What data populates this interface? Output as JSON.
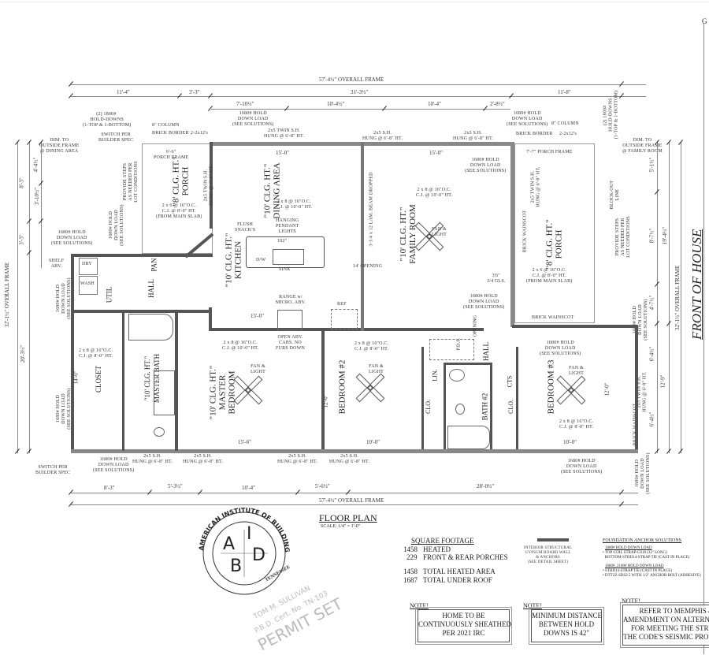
{
  "sheet": {
    "title": "FLOOR PLAN",
    "scale": "SCALE: 1/4\" = 1'-0\"",
    "front_label": "FRONT OF HOUSE",
    "corner_mark": "G"
  },
  "dimensions": {
    "top_overall": "57'-4½\" OVERALL FRAME",
    "top_mid": "31'-3½\"",
    "top_left": "11'-4\"",
    "top_left2": "3'-3\"",
    "top_right": "11'-8\"",
    "top_seg1": "7'-10½\"",
    "top_seg2": "10'-4½\"",
    "top_seg3": "10'-4\"",
    "top_seg4": "2'-8½\"",
    "bottom_seg1": "8'-3\"",
    "bottom_seg2": "5'-3½\"",
    "bottom_seg3": "10'-4\"",
    "bottom_seg4": "5'-6½\"",
    "bottom_seg5": "28'-0½\"",
    "bottom_overall": "57'-4½\" OVERALL FRAME",
    "left_1": "4'-4½\"",
    "left_2": "3'-10½\"",
    "left_3": "8'-3\"",
    "left_4": "3'-3\"",
    "left_overall": "32'-1½\" OVERALL FRAME",
    "left_5": "20'-3½\"",
    "right_1": "5'-1½\"",
    "right_2": "8'-7½\"",
    "right_3": "19'-4½\"",
    "right_4": "4'-7½\"",
    "right_overall": "32'-1½\" OVERALL FRAME",
    "right_5": "6'-4½\"",
    "right_6": "12'-9\"",
    "right_7": "6'-4½\""
  },
  "rooms": {
    "porch_rear": "\"8' CLG. HT.\"\nPORCH",
    "dining": "\"10' CLG. HT.\"\nDINING AREA",
    "kitchen": "\"10' CLG. HT.\"\nKITCHEN",
    "family": "\"10' CLG. HT.\"\nFAMILY ROOM",
    "porch_front": "\"8' CLG. HT.\"\nPORCH",
    "util": "UTIL",
    "hall_left": "HALL",
    "pan": "PAN",
    "closet": "CLOSET",
    "master_bath": "\"10' CLG. HT.\"\nMASTER BATH",
    "master_bed": "\"10' CLG. HT.\"\nMASTER\nBEDROOM",
    "bedroom2": "BEDROOM #2",
    "bath2": "BATH #2",
    "hall_right": "HALL",
    "bedroom3": "BEDROOM #3",
    "lin": "LIN.",
    "clo1": "CLO.",
    "clo2": "CLO.",
    "cts": "CTS"
  },
  "annotations": {
    "hold_downs_2": "(2) 1800# \nHOLD-DOWNS\n(1-TOP & 1-BOTTOM)",
    "hold_1680": "1680# HOLD\nDOWN LOAD\n(SEE SOLUTIONS)",
    "column": "8\" COLUMN",
    "brick_border": "BRICK BORDER",
    "beam_2x12": "2-2x12's",
    "switch": "SWITCH PER\nBUILDER SPEC",
    "dim_dining": "DIM. TO\nOUTSIDE FRAME\n@ DINING AREA",
    "dim_family": "DIM. TO\nOUTSIDE FRAME\n@ FAMILY ROOM",
    "porch_frame_rear": "6'-6\"\nPORCH FRAME",
    "porch_frame_front": "7'-7\" PORCH FRAME",
    "twin_sh": "2x5 TWIN S.H.\nHUNG @ 6'-8\" HT.",
    "sh": "2x5 S.H.\nHUNG @ 6'-8\" HT.",
    "joists_8": "2 x 6 @ 16\"O.C.\nC.J. @ 8'-0\" HT.\n(FROM MAIN SLAB)",
    "joists_10": "2 x 8 @ 16\"O.C.\nC.J. @ 10'-0\" HT.",
    "joists_8b": "2 x 8 @ 16\"O.C.\nC.J. @ 8'-0\" HT.",
    "flush_snacks": "FLUSH\nSNACK'S",
    "pendant": "HANGING\nPENDANT\nLIGHTS",
    "island": "102\"",
    "dw": "D/W",
    "sink": "SINK",
    "range": "RANGE w/\nMICRO. ABV.",
    "ref": "REF",
    "beam": "3-1/4 x 12 LAM. BEAM DROPPED",
    "opening": "14' OPENING",
    "door_36": "3'6\"\n3/4 GLS.",
    "brick_wainscot": "BRICK WAINSCOT",
    "steps_note": "PROVIDE STEPS\nAS NEEDED PER\nLOT CONDITIONS",
    "blockout": "BLOCK-OUT\nLINE",
    "open_cabs": "OPEN ABV.\nCABS. NO\nFURS DOWN",
    "shelf": "SHELF\nABV.",
    "fan_light": "FAN &\nLIGHT",
    "pds": "P.D.S.",
    "wash": "WASH",
    "dry": "DRY",
    "opening_hall": "OPENING",
    "dim_15_0": "15'-0\"",
    "dim_14_0": "14'-0\"",
    "dim_15_6": "15'-6\"",
    "dim_10_0": "10'-0\"",
    "dim_12_0": "12'-0\""
  },
  "square_footage": {
    "title": "SQUARE FOOTAGE",
    "rows": [
      {
        "value": "1458",
        "label": "HEATED"
      },
      {
        "value": "229",
        "label": "FRONT & REAR PORCHES"
      },
      {
        "value": "1458",
        "label": "TOTAL HEATED AREA"
      },
      {
        "value": "1687",
        "label": "TOTAL UNDER ROOF"
      }
    ]
  },
  "legend": {
    "wall_label": "INTERIOR STRUCTURAL\nGYPSUM BOARD WALL\n& ANCHORS\n(SEE DETAIL SHEET)"
  },
  "foundation": {
    "title": "FOUNDATION ANCHOR SOLUTIONS",
    "group1_title": "1800# HOLD DOWN LOAD",
    "group1_items": [
      "• TOP-COIL STRAP-CS18 (32\" LONG)",
      "  BOTTOM-STHD14-STRAP TIE (CAST IN PLACE)"
    ],
    "group2_title": "1680#, 2100# HOLD DOWN LOAD",
    "group2_items": [
      "• STHD14-STRAP TIE (CAST IN PLACE)",
      "• DTT2Z-SDS2.5 WITH 1/2\" ANCHOR BOLT (ADHESIVE)"
    ]
  },
  "notes": [
    {
      "label": "NOTE!",
      "text": "HOME TO BE\nCONTINUOUSLY SHEATHED\nPER 2021 IRC"
    },
    {
      "label": "NOTE!",
      "text": "MINIMUM DISTANCE\nBETWEEN HOLD\nDOWNS IS 42\""
    },
    {
      "label": "NOTE!",
      "text": "REFER TO MEMPHIS &\nAMENDMENT ON ALTERNA\nFOR MEETING THE STRU\nTHE CODE'S SEISMIC PROV"
    }
  ],
  "stamp": {
    "ring_text": "AMERICAN INSTITUTE OF BUILDING DESIGN",
    "state": "TENNESSEE",
    "letters": [
      "A",
      "I",
      "B",
      "D"
    ],
    "watermark_name": "TOM M. SULLIVAN",
    "watermark_cert": "P.B.D. Cert. No. TN-103",
    "watermark_set": "PERMIT SET"
  },
  "colors": {
    "wall": "#555555",
    "line": "#888888",
    "text": "#222222"
  }
}
